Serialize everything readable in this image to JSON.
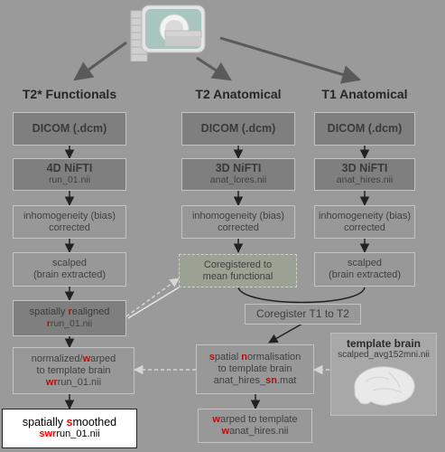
{
  "columns": {
    "functional": "T2* Functionals",
    "t2": "T2 Anatomical",
    "t1": "T1 Anatomical"
  },
  "functional_boxes": {
    "dicom": "DICOM (.dcm)",
    "nifti_title": "4D NiFTI",
    "nifti_file": "run_01.nii",
    "bias_line1": "inhomogeneity (bias)",
    "bias_line2": "corrected",
    "scalped_line1": "scalped",
    "scalped_line2": "(brain extracted)",
    "realigned_line1_pre": "spatially ",
    "realigned_line1_hl": "r",
    "realigned_line1_post": "ealigned",
    "realigned_file_hl": "r",
    "realigned_file_rest": "run_01.nii",
    "normalized_line1_pre": "normalized/",
    "normalized_line1_hl": "w",
    "normalized_line1_post": "arped",
    "normalized_line2": "to template brain",
    "normalized_file_hl": "wr",
    "normalized_file_rest": "run_01.nii",
    "smoothed_line1_pre": "spatially ",
    "smoothed_line1_hl": "s",
    "smoothed_line1_post": "moothed",
    "smoothed_file_hl": "swr",
    "smoothed_file_rest": "run_01.nii"
  },
  "t2_boxes": {
    "dicom": "DICOM (.dcm)",
    "nifti_title": "3D NiFTI",
    "nifti_file": "anat_lores.nii",
    "bias_line1": "inhomogeneity (bias)",
    "bias_line2": "corrected",
    "coreg_line1": "Coregistered to",
    "coreg_line2": "mean functional"
  },
  "t1_boxes": {
    "dicom": "DICOM (.dcm)",
    "nifti_title": "3D NiFTI",
    "nifti_file": "anat_hires.nii",
    "bias_line1": "inhomogeneity (bias)",
    "bias_line2": "corrected",
    "scalped_line1": "scalped",
    "scalped_line2": "(brain extracted)"
  },
  "coreg_t1_t2": "Coregister T1 to T2",
  "spatial_norm": {
    "line1_hl1": "s",
    "line1_mid": "patial ",
    "line1_hl2": "n",
    "line1_post": "ormalisation",
    "line2": "to template brain",
    "file_pre": "anat_hires_",
    "file_hl": "sn",
    "file_post": ".mat"
  },
  "warped": {
    "line1_hl": "w",
    "line1_post": "arped to template",
    "file_hl": "w",
    "file_rest": "anat_hires.nii"
  },
  "template": {
    "title": "template brain",
    "file": "scalped_avg152mni.nii"
  },
  "colors": {
    "background": "#9a9a9a",
    "highlight": "#b01010",
    "highlight_final": "#ff0000"
  }
}
